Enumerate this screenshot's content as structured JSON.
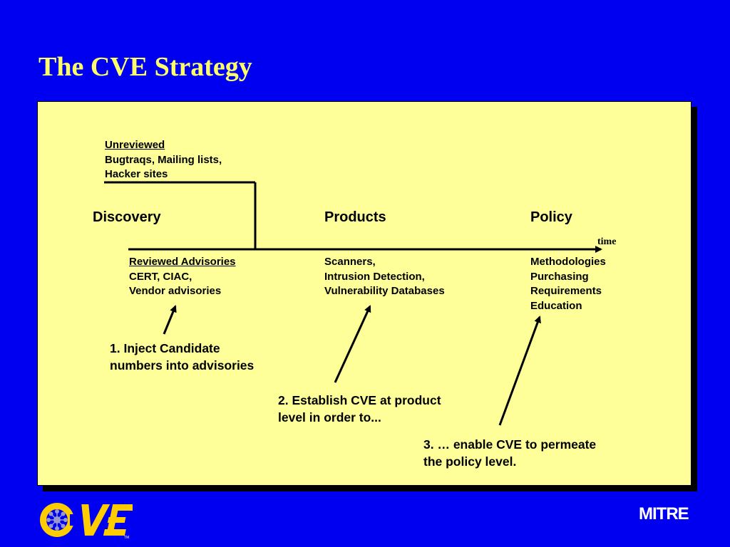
{
  "title": "The CVE Strategy",
  "unreviewed": {
    "heading": "Unreviewed",
    "line1": "Bugtraqs,  Mailing lists,",
    "line2": "Hacker sites"
  },
  "stages": {
    "discovery": "Discovery",
    "products": "Products",
    "policy": "Policy"
  },
  "time_label": "time",
  "reviewed": {
    "heading": "Reviewed Advisories",
    "line1": "CERT,  CIAC,",
    "line2": "Vendor advisories"
  },
  "products_list": [
    "Scanners,",
    "Intrusion Detection,",
    "Vulnerability Databases"
  ],
  "policy_list": [
    "Methodologies",
    "Purchasing",
    "Requirements",
    "Education"
  ],
  "callouts": {
    "one": [
      "1. Inject Candidate",
      "numbers into advisories"
    ],
    "two": [
      "2. Establish CVE at product",
      "level in order to..."
    ],
    "three": [
      "3. … enable CVE to permeate",
      "the policy level."
    ]
  },
  "footer": {
    "logo_text": "CVE",
    "trademark": "TM",
    "org": "MITRE"
  },
  "colors": {
    "background": "#0000f0",
    "title": "#ffff66",
    "panel": "#ffff99"
  }
}
